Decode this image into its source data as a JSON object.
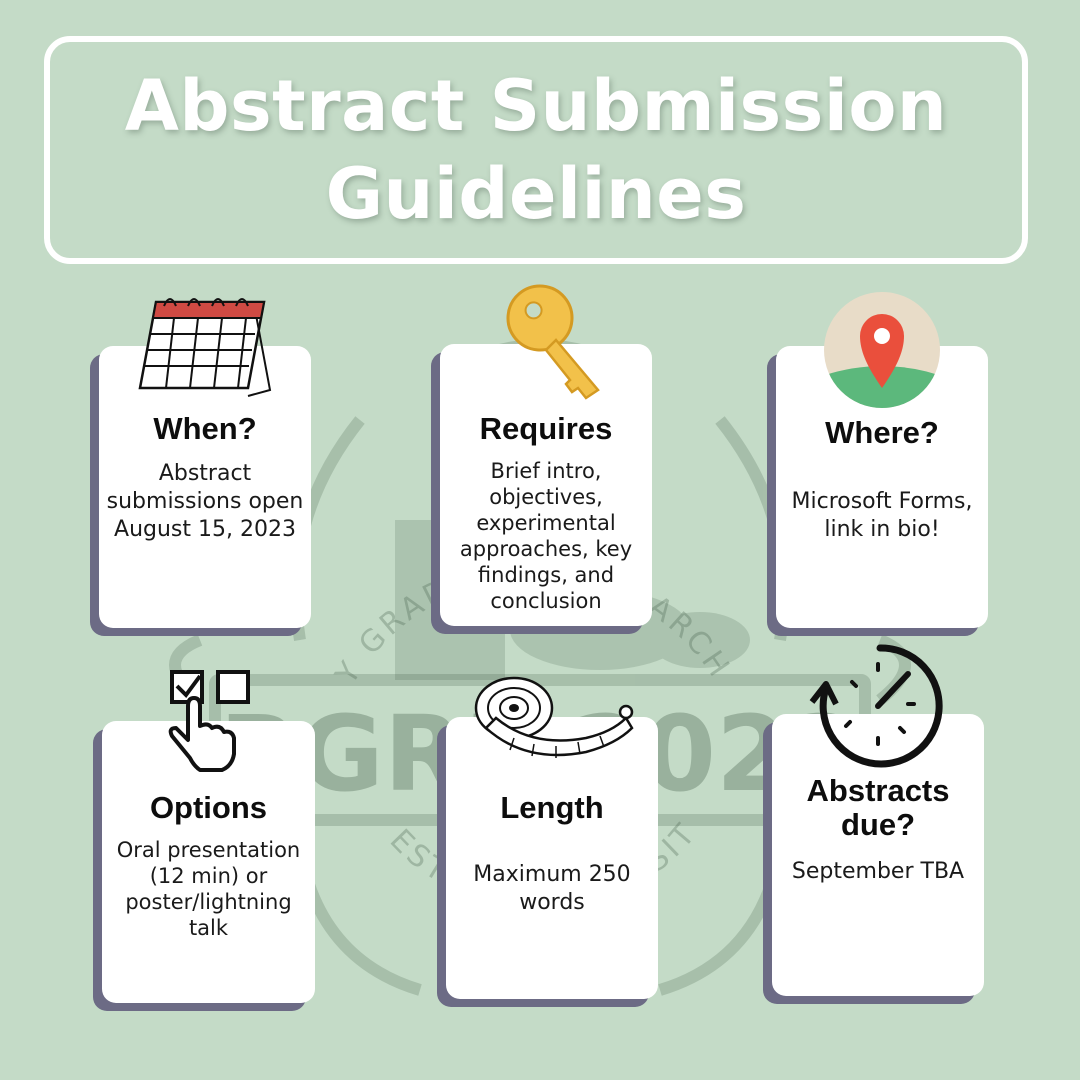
{
  "title": {
    "line1": "Abstract Submission",
    "line2": "Guidelines"
  },
  "watermark": {
    "logo_letters": "BGRF 2023",
    "arc_top": "BIOLOGY GRADUATE RESEARCH FORUM",
    "arc_bottom": "WESTERN UNIVERSITY"
  },
  "cards": {
    "when": {
      "title": "When?",
      "body": "Abstract submissions open August 15, 2023",
      "icon": "calendar-icon"
    },
    "requires": {
      "title": "Requires",
      "body": "Brief intro, objectives, experimental approaches, key findings, and conclusion",
      "icon": "key-icon"
    },
    "where": {
      "title": "Where?",
      "body": "Microsoft Forms, link in bio!",
      "icon": "map-pin-icon"
    },
    "options": {
      "title": "Options",
      "body": "Oral presentation (12 min) or poster/lightning talk",
      "icon": "checkbox-hand-icon"
    },
    "length": {
      "title": "Length",
      "body": "Maximum 250 words",
      "icon": "measuring-tape-icon"
    },
    "due": {
      "title": "Abstracts due?",
      "body": "September TBA",
      "icon": "stopwatch-icon"
    }
  },
  "colors": {
    "background": "#c4dbc7",
    "card": "#ffffff",
    "card_shadow": "#6c6b85",
    "calendar_red": "#cf4a43",
    "key_gold": "#f2c14a",
    "pin_red": "#ea4f3c",
    "pin_green": "#5cb87c"
  }
}
